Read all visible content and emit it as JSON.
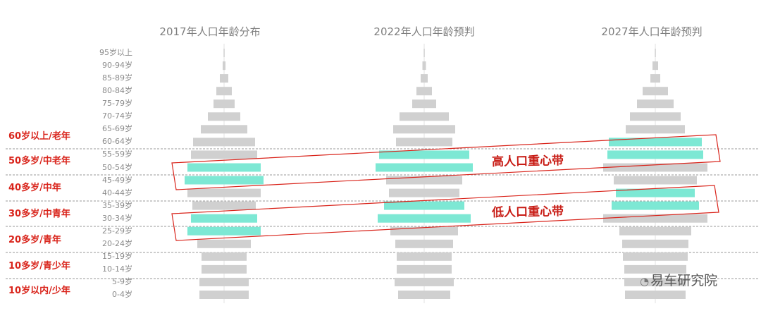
{
  "chart_data": [
    {
      "type": "bar",
      "title": "2017年人口年龄分布",
      "categories": [
        "95岁以上",
        "90-94岁",
        "85-89岁",
        "80-84岁",
        "75-79岁",
        "70-74岁",
        "65-69岁",
        "60-64岁",
        "55-59岁",
        "50-54岁",
        "45-49岁",
        "40-44岁",
        "35-39岁",
        "30-34岁",
        "25-29岁",
        "20-24岁",
        "15-19岁",
        "10-14岁",
        "5-9岁",
        "0-4岁"
      ],
      "values": [
        0.2,
        4,
        12,
        22,
        30,
        46,
        66,
        88,
        94,
        104,
        112,
        104,
        90,
        94,
        104,
        76,
        64,
        64,
        70,
        70
      ],
      "highlight": [
        "50-54岁",
        "45-49岁",
        "30-34岁",
        "25-29岁"
      ]
    },
    {
      "type": "bar",
      "title": "2022年人口年龄预判",
      "categories": [
        "95岁以上",
        "90-94岁",
        "85-89岁",
        "80-84岁",
        "75-79岁",
        "70-74岁",
        "65-69岁",
        "60-64岁",
        "55-59岁",
        "50-54岁",
        "45-49岁",
        "40-44岁",
        "35-39岁",
        "30-34岁",
        "25-29岁",
        "20-24岁",
        "15-19岁",
        "10-14岁",
        "5-9岁",
        "0-4岁"
      ],
      "values": [
        0.3,
        5,
        10,
        22,
        34,
        70,
        88,
        80,
        128,
        138,
        108,
        100,
        114,
        132,
        96,
        82,
        78,
        78,
        84,
        74
      ],
      "highlight": [
        "55-59岁",
        "50-54岁",
        "35-39岁",
        "30-34岁"
      ]
    },
    {
      "type": "bar",
      "title": "2027年人口年龄预判",
      "categories": [
        "95岁以上",
        "90-94岁",
        "85-89岁",
        "80-84岁",
        "75-79岁",
        "70-74岁",
        "65-69岁",
        "60-64岁",
        "55-59岁",
        "50-54岁",
        "45-49岁",
        "40-44岁",
        "35-39岁",
        "30-34岁",
        "25-29岁",
        "20-24岁",
        "15-19岁",
        "10-14岁",
        "5-9岁",
        "0-4岁"
      ],
      "values": [
        0.3,
        8,
        14,
        36,
        52,
        72,
        84,
        132,
        136,
        148,
        118,
        112,
        124,
        148,
        102,
        94,
        92,
        88,
        88,
        86
      ],
      "highlight": [
        "60-64岁",
        "55-59岁",
        "40-44岁",
        "35-39岁"
      ]
    }
  ],
  "age_groups": [
    {
      "label": "60岁以上/老年"
    },
    {
      "label": "50多岁/中老年"
    },
    {
      "label": "40多岁/中年"
    },
    {
      "label": "30多岁/中青年"
    },
    {
      "label": "20多岁/青年"
    },
    {
      "label": "10多岁/青少年"
    },
    {
      "label": "10岁以内/少年"
    }
  ],
  "bands": {
    "high_label": "高人口重心带",
    "low_label": "低人口重心带"
  },
  "watermark": {
    "brand": "易车研究院"
  },
  "colors": {
    "bar": "#d0d0d0",
    "highlight": "#7de8d4",
    "accent_red": "#d9241b",
    "divider": "#9a9a9a"
  }
}
